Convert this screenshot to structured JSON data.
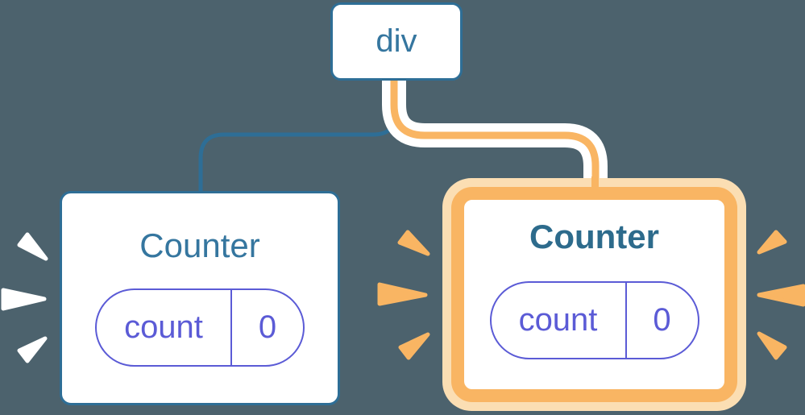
{
  "nodes": {
    "root": {
      "label": "div"
    }
  },
  "cards": {
    "left": {
      "title": "Counter",
      "state_key": "count",
      "state_value": "0"
    },
    "right": {
      "title": "Counter",
      "state_key": "count",
      "state_value": "0"
    }
  },
  "icons": {
    "left_sparks": "spark-burst-white",
    "middle_sparks": "spark-burst-orange",
    "right_sparks": "spark-burst-orange"
  },
  "colors": {
    "background": "#4C626D",
    "tree_blue": "#2E6E96",
    "label_blue": "#35769F",
    "label_teal_bold": "#2D6B8C",
    "state_purple": "#5B5BD6",
    "highlight_orange": "#F9B563",
    "highlight_orange_pale": "#FBDEB3",
    "spark_white": "#FFFFFF"
  }
}
